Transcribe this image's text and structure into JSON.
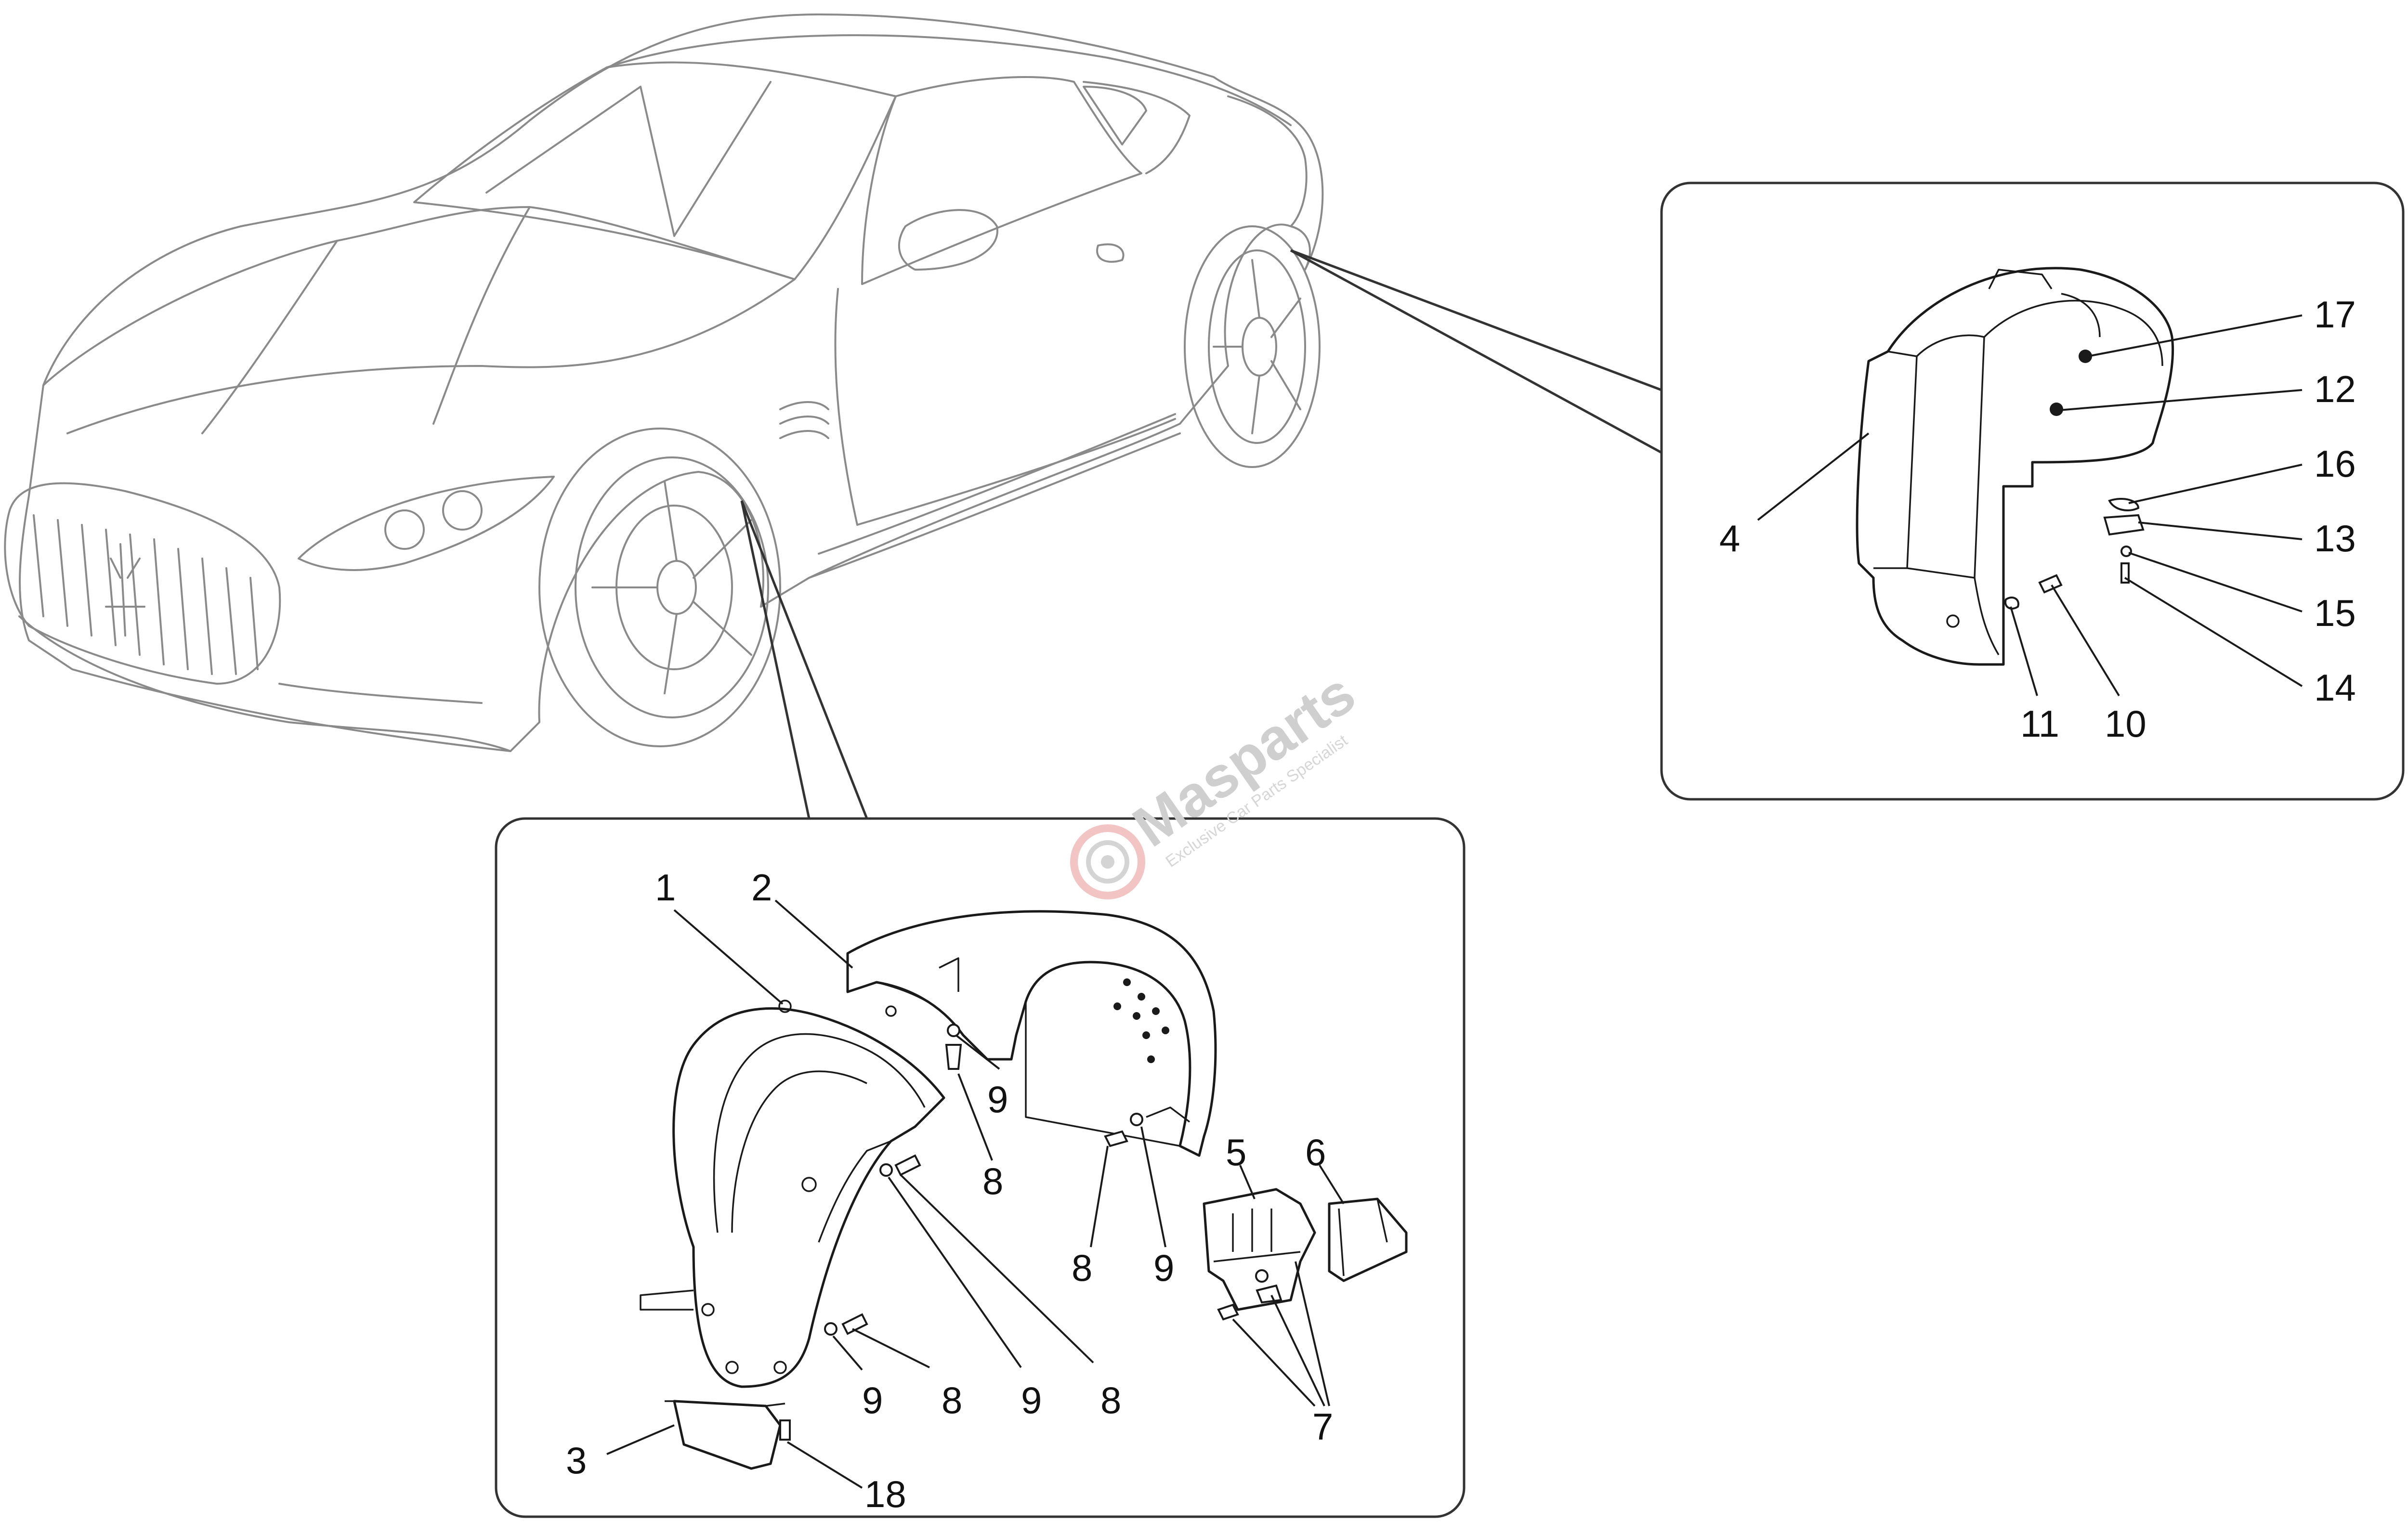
{
  "diagram": {
    "watermark": {
      "brand": "Masparts",
      "tagline": "Exclusive Car Parts Specialist"
    },
    "front_callouts": {
      "c1": "1",
      "c2": "2",
      "c3": "3",
      "c5": "5",
      "c6": "6",
      "c7": "7",
      "c8a": "8",
      "c8b": "8",
      "c8c": "8",
      "c8d": "8",
      "c9a": "9",
      "c9b": "9",
      "c9c": "9",
      "c9d": "9",
      "c18": "18"
    },
    "rear_callouts": {
      "c4": "4",
      "c10": "10",
      "c11": "11",
      "c12": "12",
      "c13": "13",
      "c14": "14",
      "c15": "15",
      "c16": "16",
      "c17": "17"
    }
  }
}
